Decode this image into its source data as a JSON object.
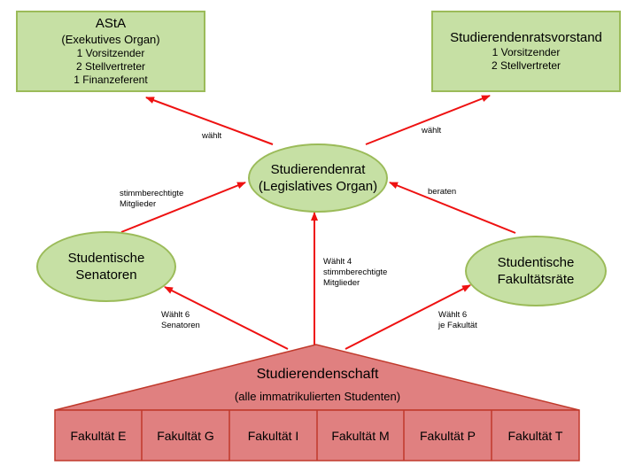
{
  "asta": {
    "title": "AStA",
    "subtitle": "(Exekutives Organ)",
    "lines": [
      "1 Vorsitzender",
      "2 Stellvertreter",
      "1 Finanzeferent"
    ]
  },
  "vorstand": {
    "title": "Studierendenratsvorstand",
    "lines": [
      "1 Vorsitzender",
      "2 Stellvertreter"
    ]
  },
  "rat": {
    "line1": "Studierendenrat",
    "line2": "(Legislatives Organ)"
  },
  "senatoren": {
    "line1": "Studentische",
    "line2": "Senatoren"
  },
  "fakultaetsraete": {
    "line1": "Studentische",
    "line2": "Fakultätsräte"
  },
  "schaft": {
    "line1": "Studierendenschaft",
    "line2": "(alle immatrikulierten Studenten)"
  },
  "faculties": [
    "Fakultät E",
    "Fakultät G",
    "Fakultät I",
    "Fakultät M",
    "Fakultät P",
    "Fakultät T"
  ],
  "edges": {
    "waehlt_left": "wählt",
    "waehlt_right": "wählt",
    "stimm": [
      "stimmberechtigte",
      "Mitglieder"
    ],
    "beraten": "beraten",
    "waehlt4": [
      "Wählt 4",
      "stimmberechtigte",
      "Mitglieder"
    ],
    "waehlt6_sen": [
      "Wählt 6",
      "Senatoren"
    ],
    "waehlt6_fak": [
      "Wählt 6",
      "je Fakultät"
    ]
  },
  "colors": {
    "green_fill": "#c6e0a4",
    "green_border": "#9bbb59",
    "red_fill": "#e08080",
    "red_border": "#c0392b",
    "arrow": "#ee1111"
  }
}
